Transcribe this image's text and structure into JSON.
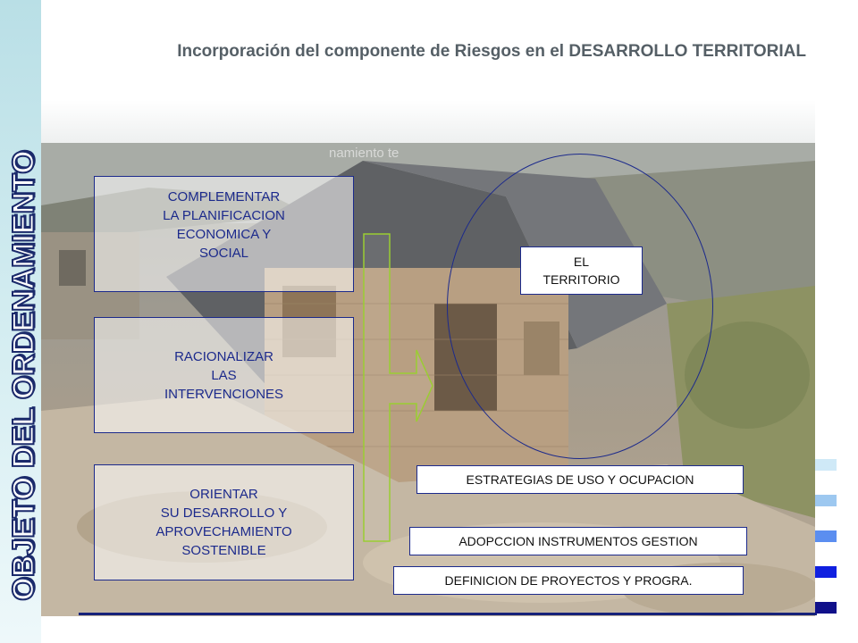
{
  "slide": {
    "vertical_title": "OBJETO DEL ORDENAMIENTO",
    "title": "Incorporación del componente de Riesgos en el DESARROLLO TERRITORIAL",
    "ghost_text": "namiento te",
    "left_boxes": [
      {
        "label": "COMPLEMENTAR\nLA PLANIFICACION\nECONOMICA Y\nSOCIAL"
      },
      {
        "label": "RACIONALIZAR\nLAS\nINTERVENCIONES"
      },
      {
        "label": "ORIENTAR\nSU DESARROLLO Y\nAPROVECHAMIENTO\nSOSTENIBLE"
      }
    ],
    "territorio": "EL\nTERRITORIO",
    "right_labels": [
      "ESTRATEGIAS DE USO Y OCUPACION",
      "ADOPCCION INSTRUMENTOS GESTION",
      "DEFINICION DE PROYECTOS Y PROGRA."
    ],
    "colors": {
      "text_blue": "#1c2a8c",
      "connector_green": "#9acd32",
      "title_gray": "#555f66",
      "steps": [
        "#cfe9f7",
        "#9dc8f0",
        "#5b8ef0",
        "#1020e0",
        "#10108a"
      ]
    }
  }
}
